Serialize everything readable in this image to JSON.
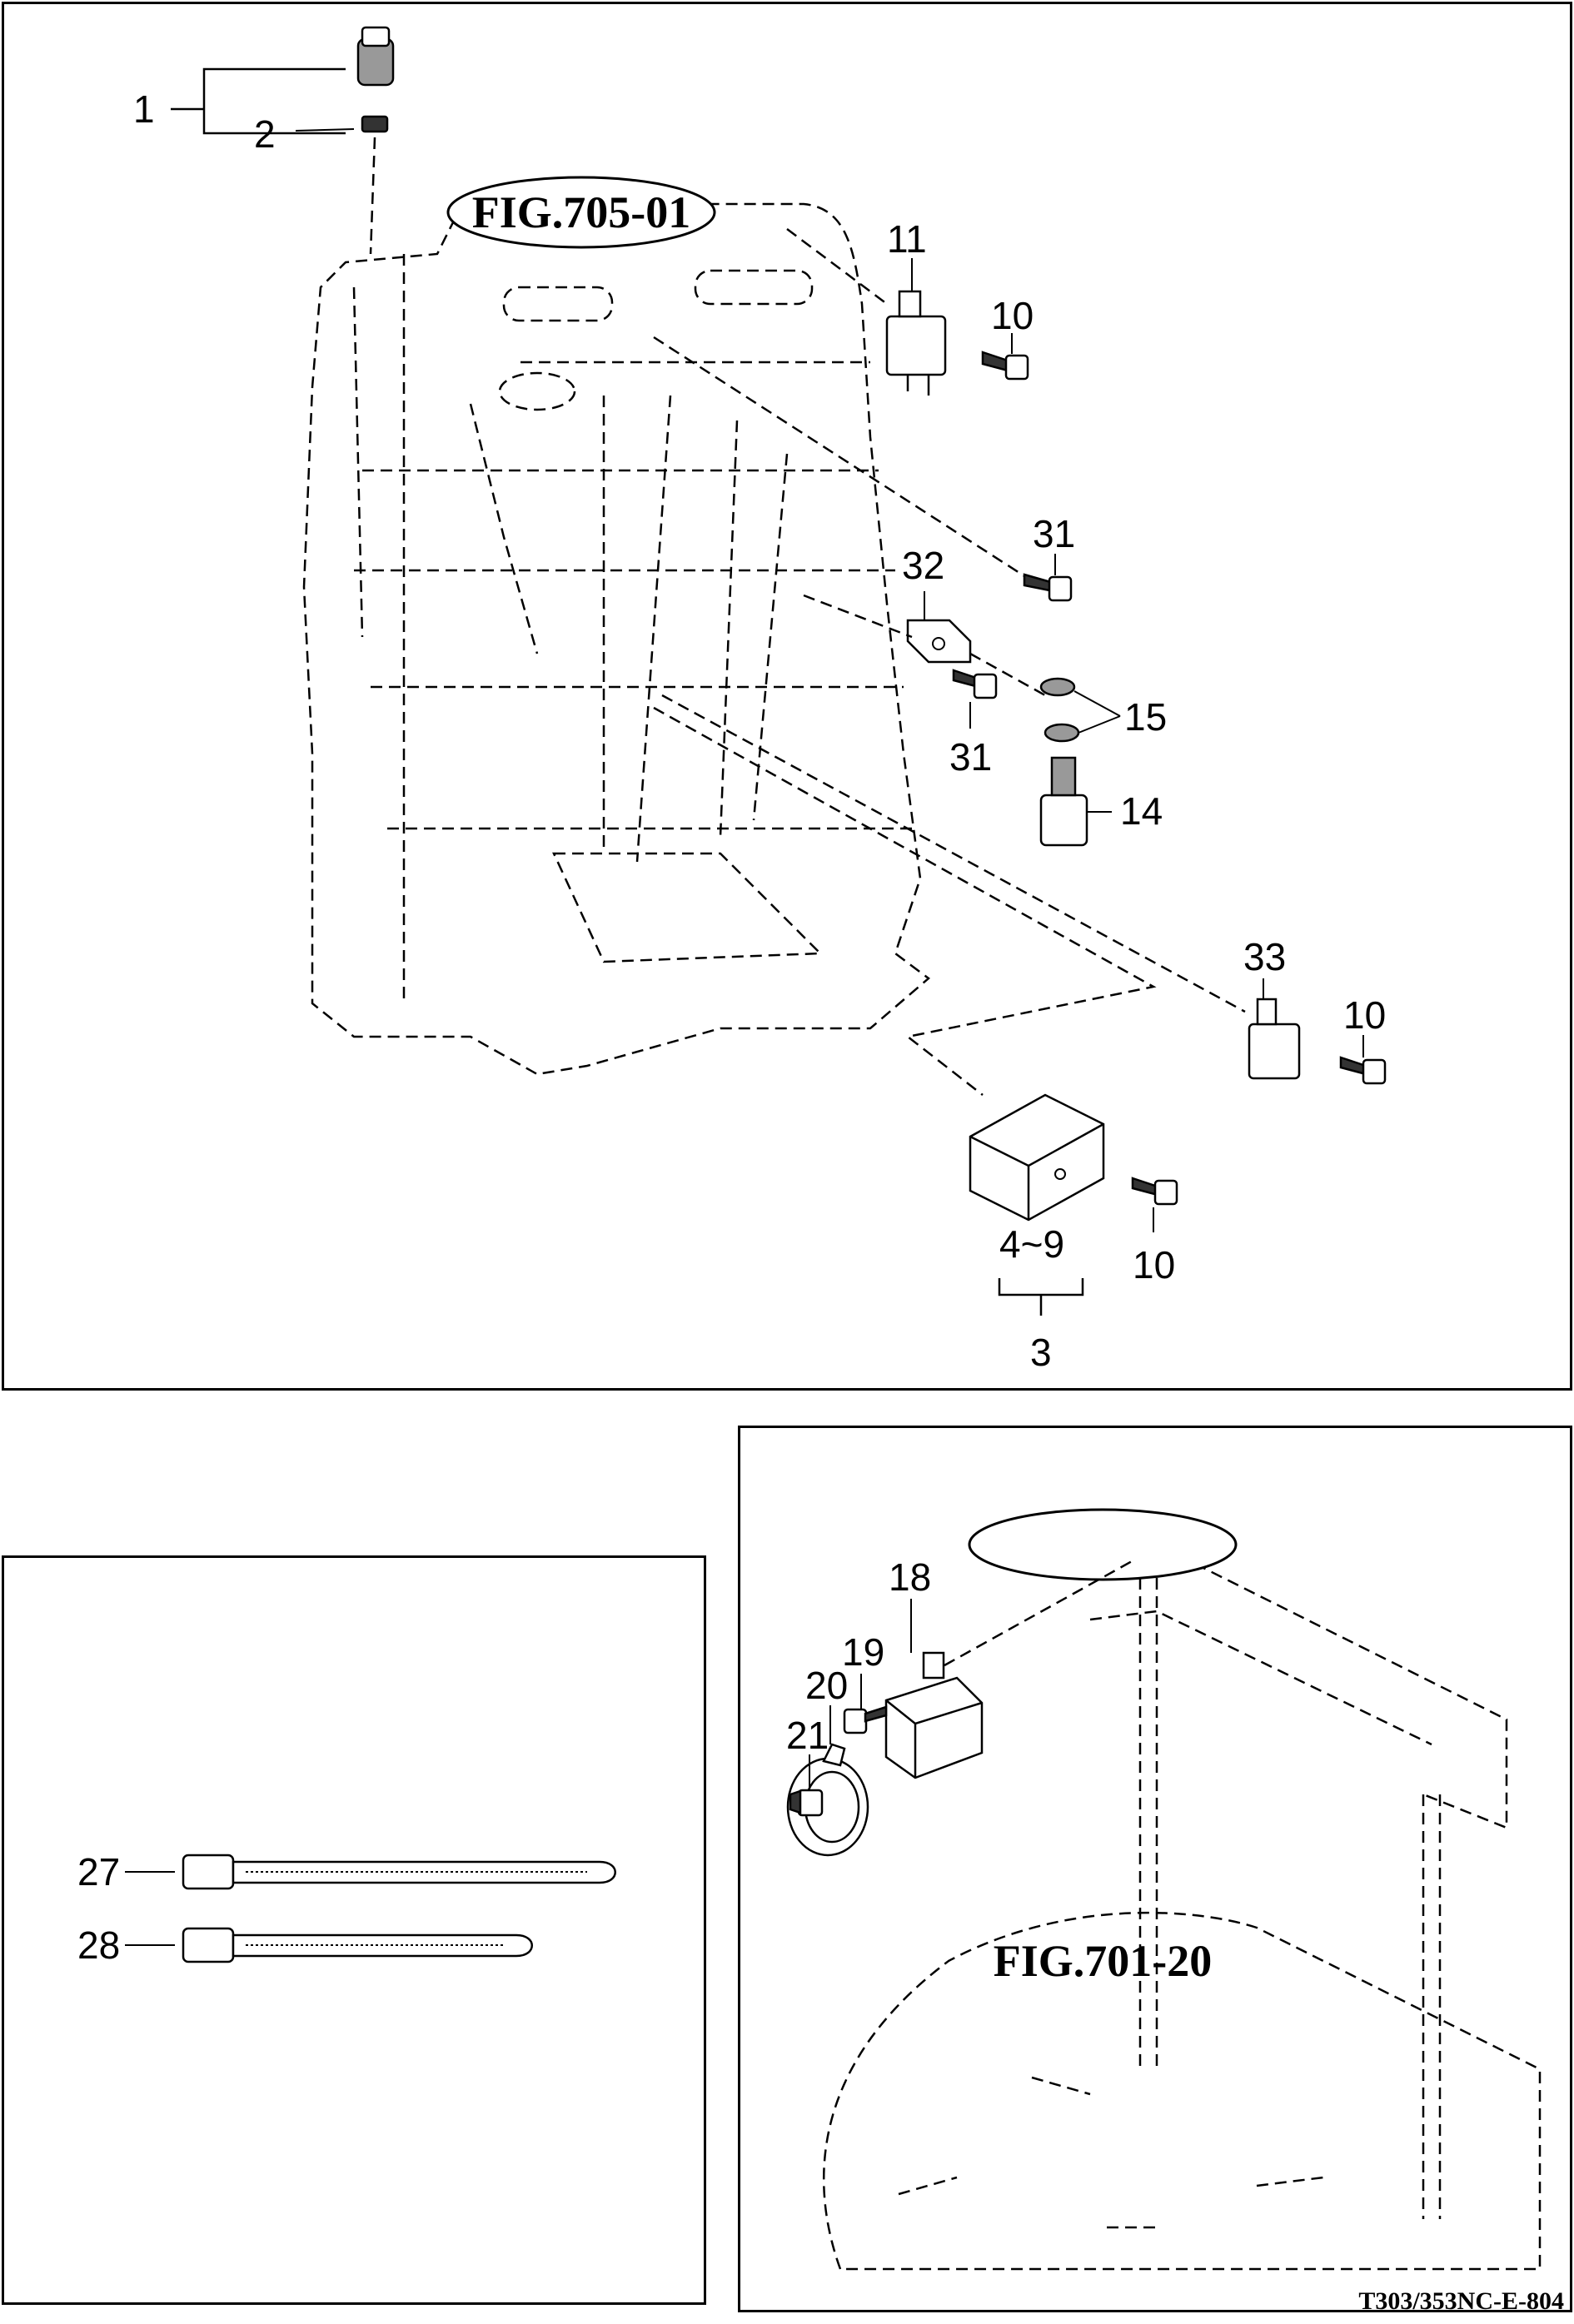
{
  "main_figure": {
    "fig_ref": "FIG.705-01",
    "callouts": {
      "c1": "1",
      "c2": "2",
      "c11": "11",
      "c10a": "10",
      "c31a": "31",
      "c32": "32",
      "c15": "15",
      "c31b": "31",
      "c14": "14",
      "c33": "33",
      "c10b": "10",
      "c10c": "10",
      "c4_9": "4~9",
      "c3": "3"
    }
  },
  "ties_figure": {
    "callouts": {
      "c27": "27",
      "c28": "28"
    }
  },
  "horn_figure": {
    "fig_ref": "FIG.701-20",
    "callouts": {
      "c21": "21",
      "c20": "20",
      "c19": "19",
      "c18": "18"
    }
  },
  "footer": {
    "code": "T303/353NC-E-804"
  }
}
